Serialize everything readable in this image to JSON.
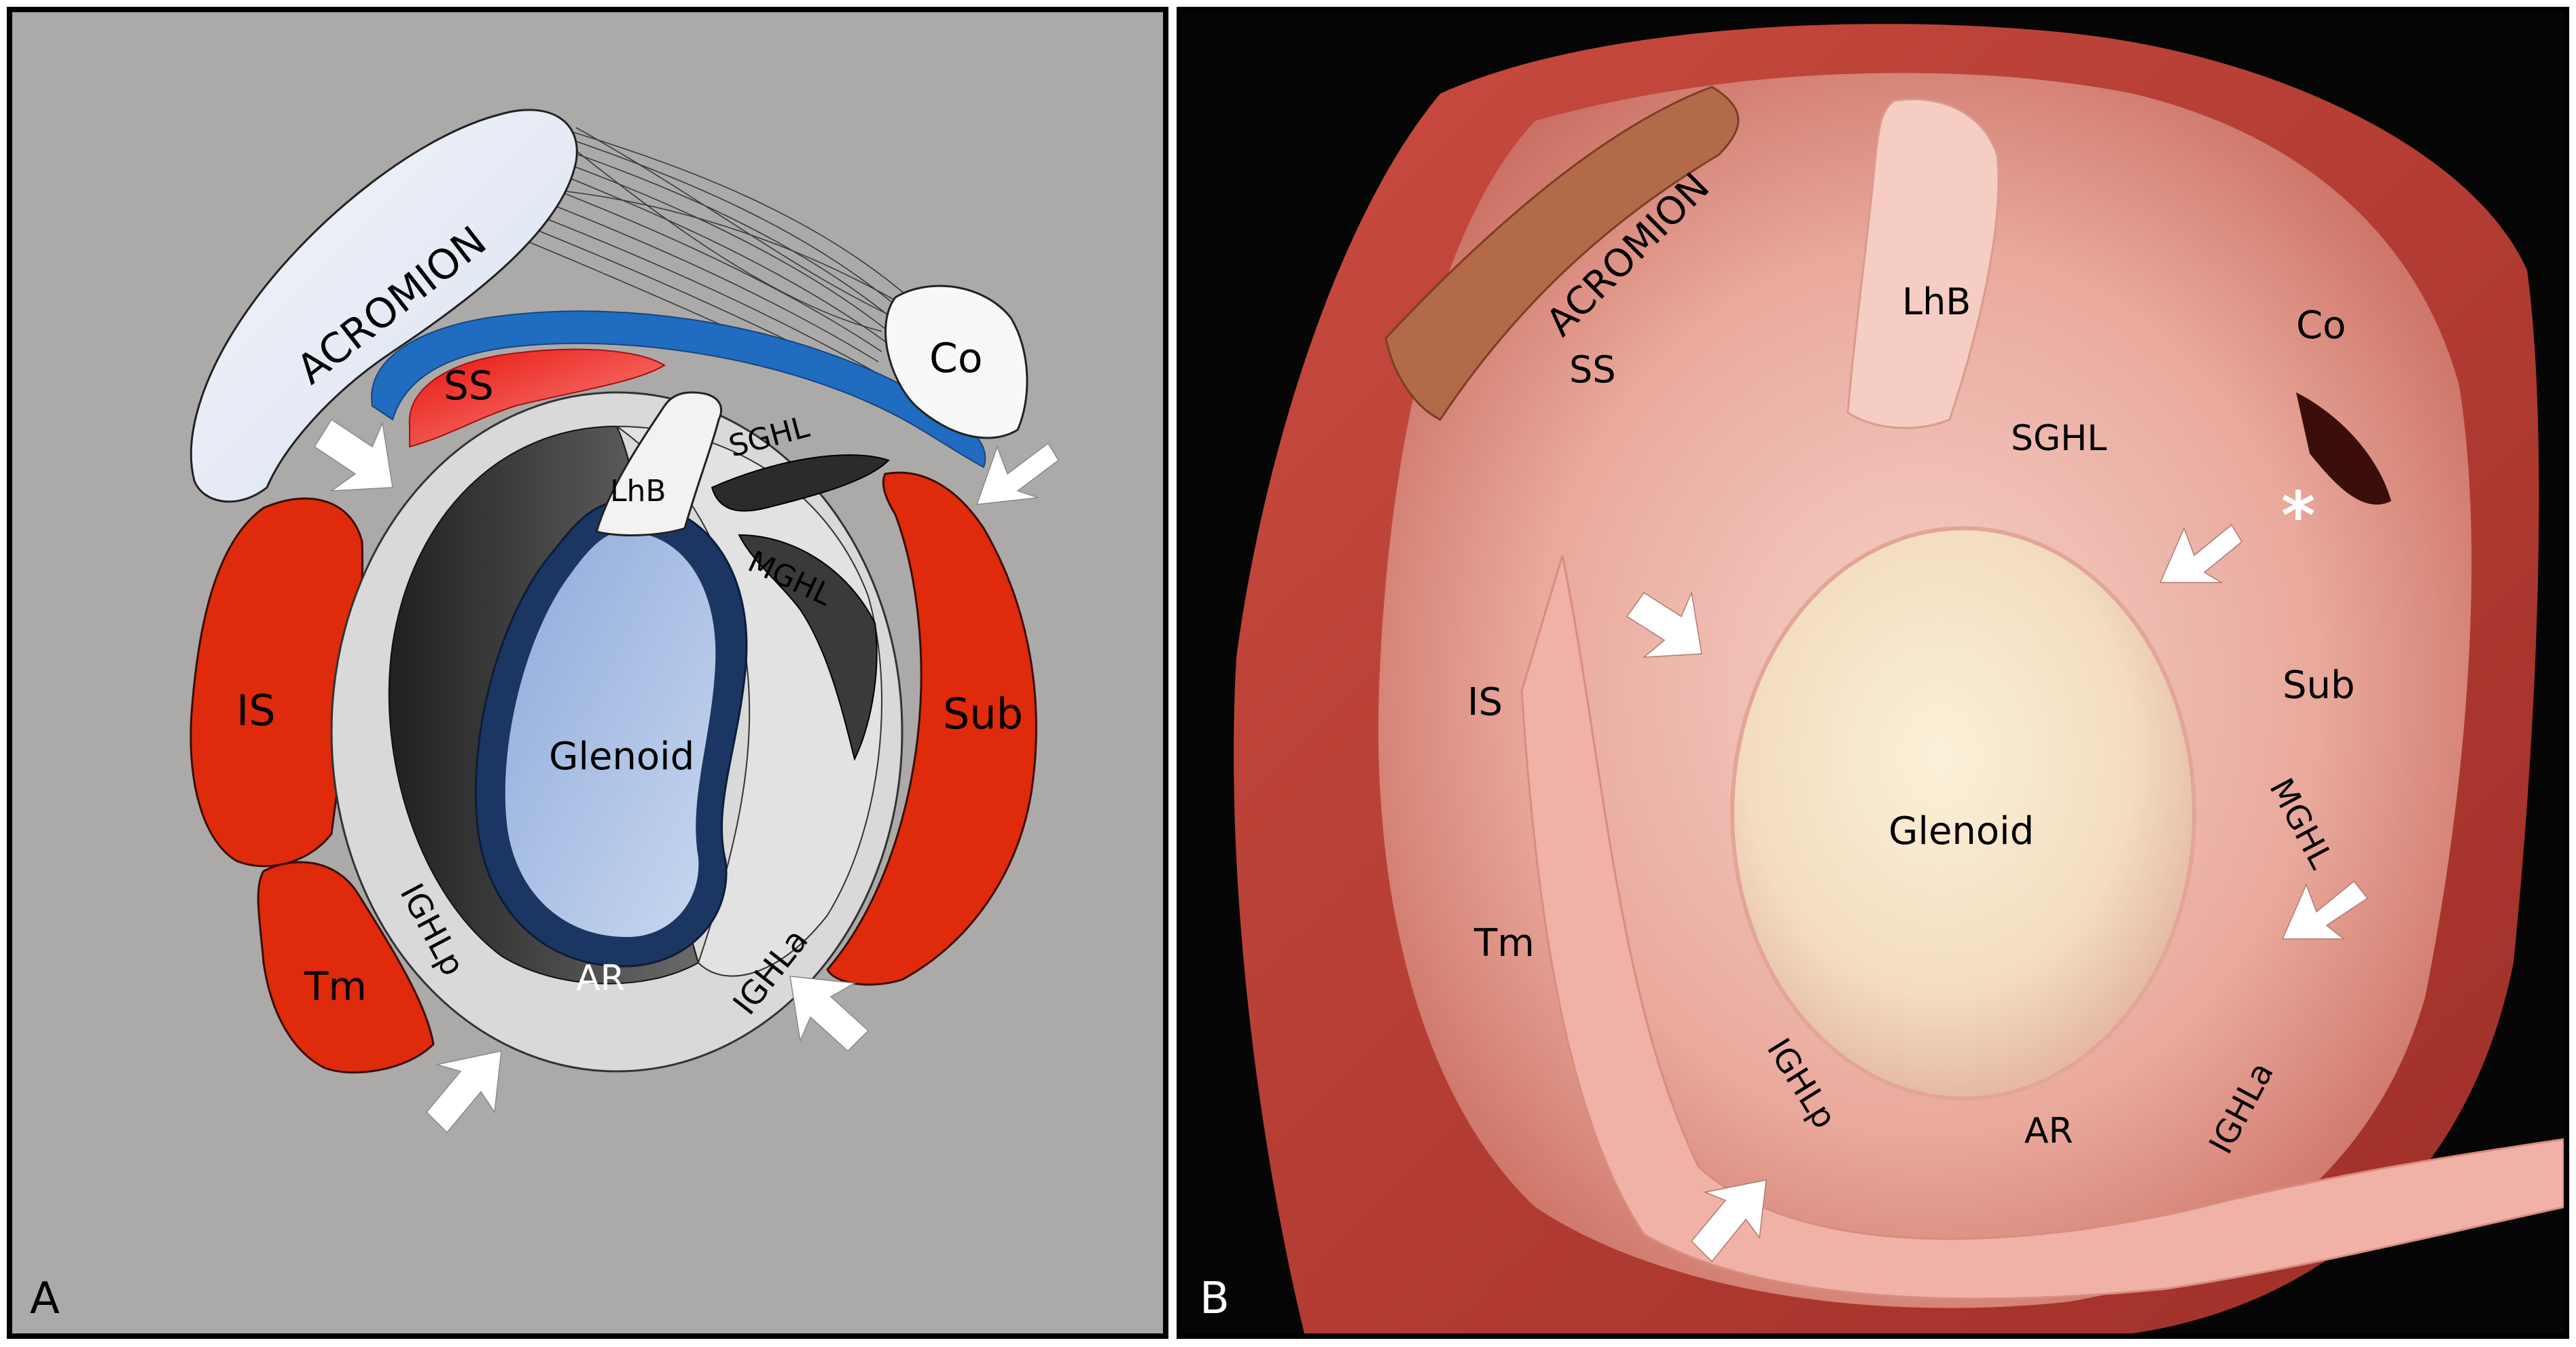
{
  "figure": {
    "panel_a": {
      "letter": "A",
      "labels": {
        "acromion": "ACROMION",
        "ss": "SS",
        "co": "Co",
        "is": "IS",
        "tm": "Tm",
        "sub": "Sub",
        "lhb": "LhB",
        "sghl": "SGHL",
        "mghl": "MGHL",
        "glenoid": "Glenoid",
        "ighlp": "IGHLp",
        "ar": "AR",
        "ighla": "IGHLa"
      }
    },
    "panel_b": {
      "letter": "B",
      "labels": {
        "acromion": "ACROMION",
        "ss": "SS",
        "lhb": "LhB",
        "co": "Co",
        "sghl": "SGHL",
        "asterisk": "*",
        "is": "IS",
        "sub": "Sub",
        "glenoid": "Glenoid",
        "mghl": "MGHL",
        "tm": "Tm",
        "ighlp": "IGHLp",
        "ar": "AR",
        "ighla": "IGHLa"
      }
    },
    "colors": {
      "background_a": "#acaaa9",
      "muscle_red": "#e02a0c",
      "ligament_blue": "#1f6cc0",
      "labrum_navy": "#1c3664",
      "glenoid_light_blue": "#a8c0e6",
      "capsule_grey": "#d9d9d9",
      "tissue_pink": "#eeb6ad"
    }
  }
}
